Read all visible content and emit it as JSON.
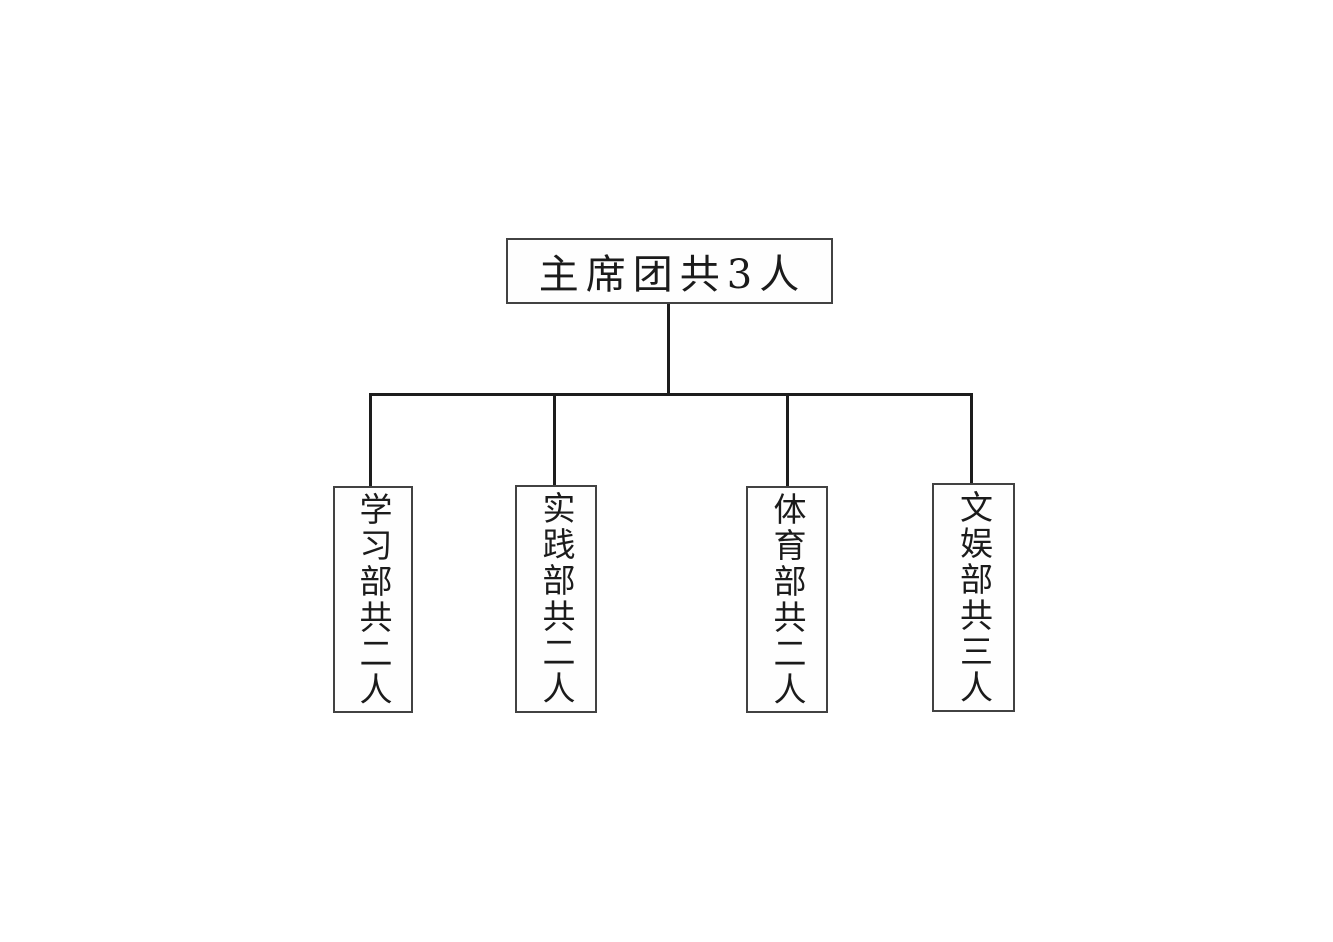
{
  "colors": {
    "background": "#ffffff",
    "box_background": "#fefefe",
    "box_border": "#424242",
    "line": "#1d1d1d",
    "text": "#1b1b1b"
  },
  "diagram": {
    "type": "org-chart-tree",
    "root": {
      "label": "主席团共3人"
    },
    "children": [
      {
        "label": "学习部共二人"
      },
      {
        "label": "实践部共二人"
      },
      {
        "label": "体育部共二人"
      },
      {
        "label": "文娱部共三人"
      }
    ]
  }
}
